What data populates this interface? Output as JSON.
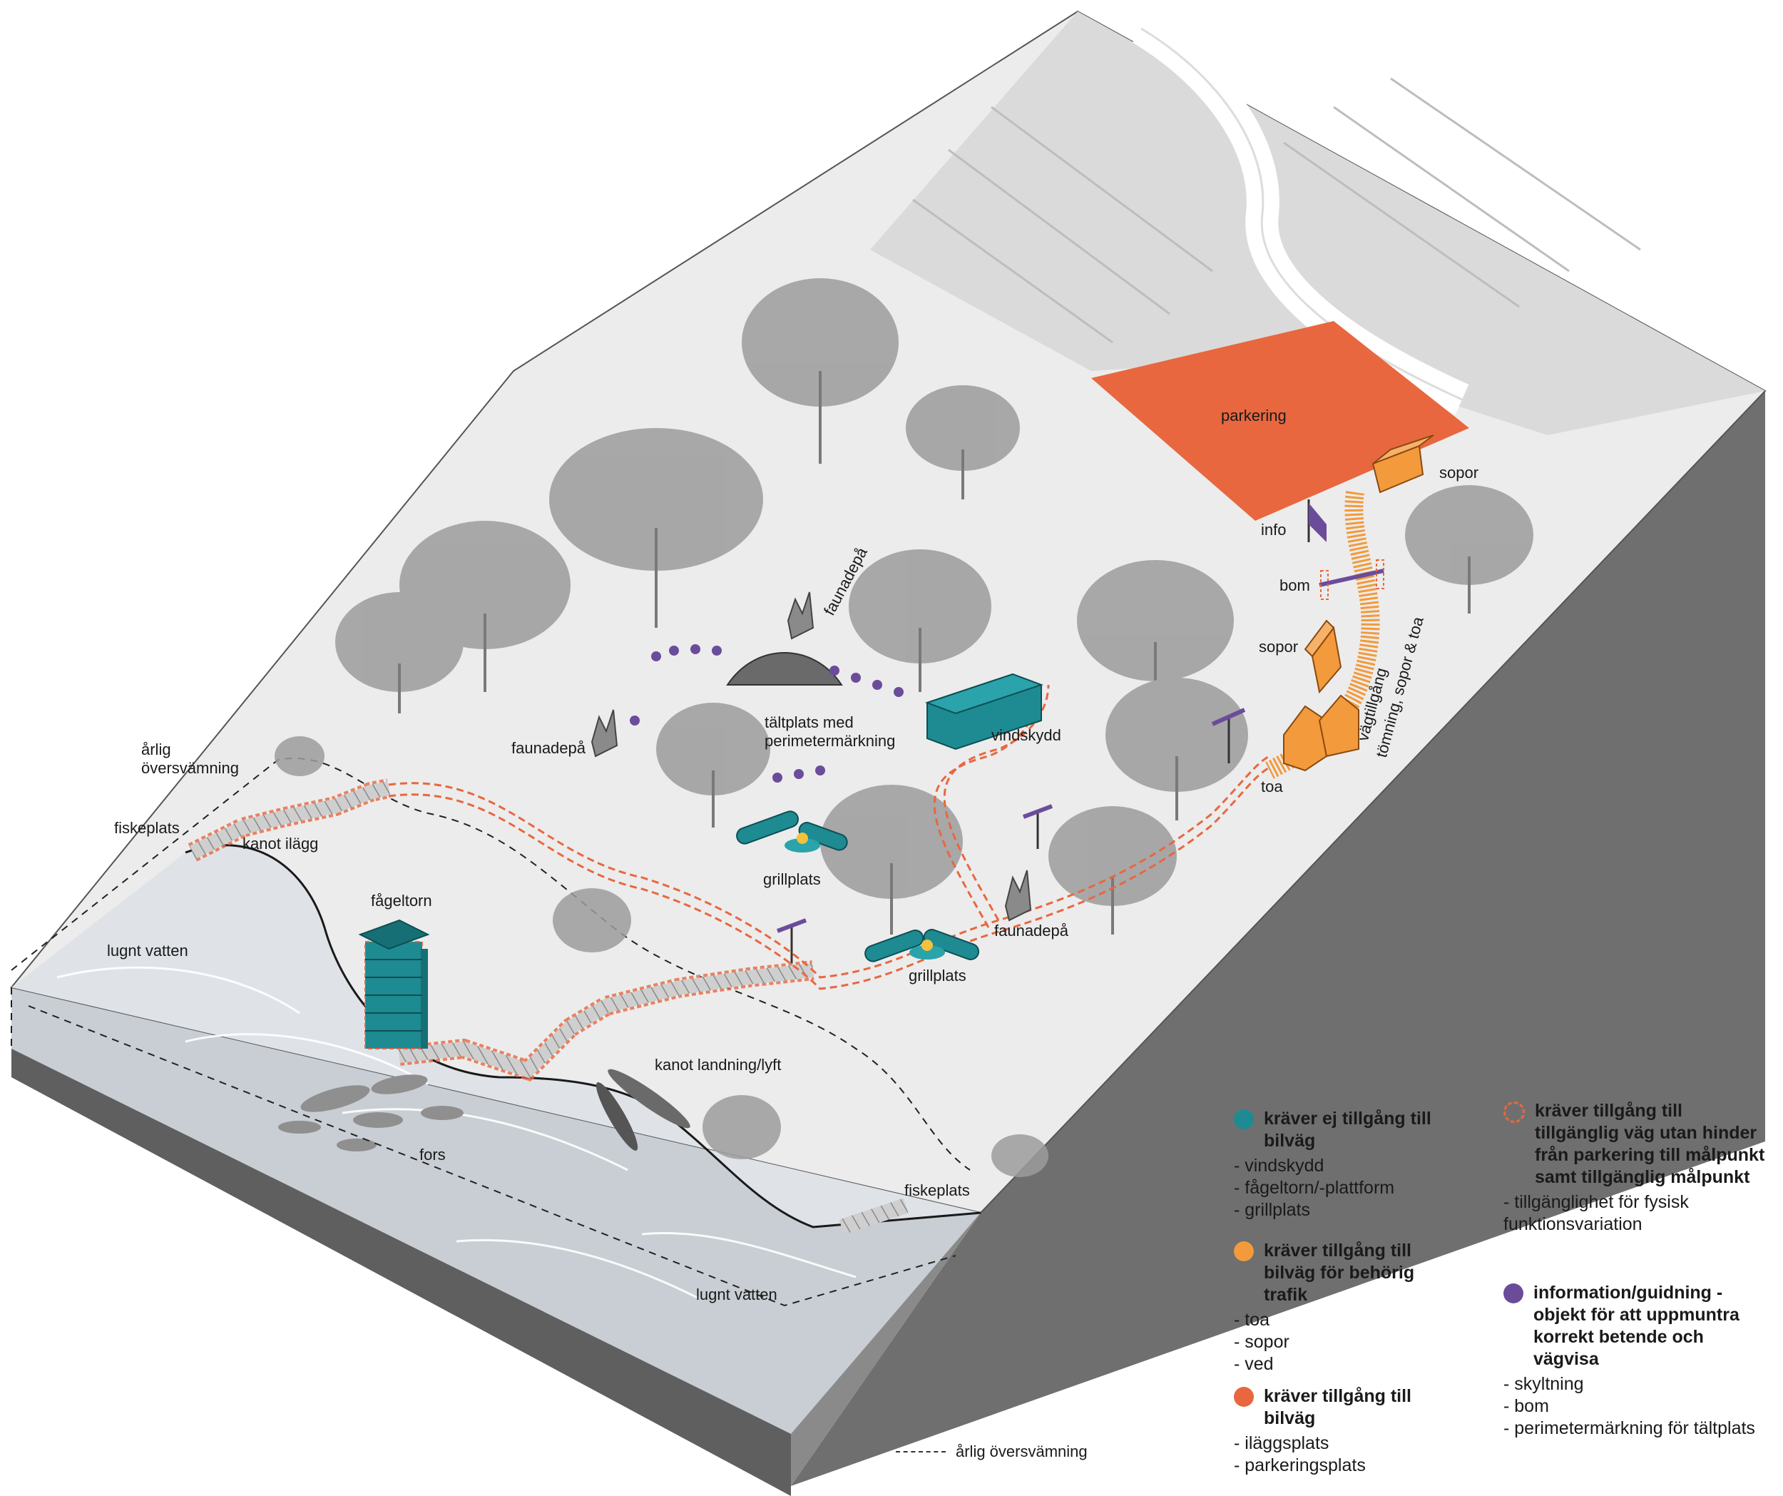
{
  "colors": {
    "teal": "#1e8a91",
    "orange": "#f29a3c",
    "red_orange": "#e8673f",
    "purple": "#6b4c9a",
    "ground": "#ececec",
    "field": "#d9d9d9",
    "water": "#dde1e6",
    "side": "#7a7a7a",
    "tree": "#9a9a9a"
  },
  "map": {
    "labels": {
      "parkering": "parkering",
      "sopor_top": "sopor",
      "info": "info",
      "bom": "bom",
      "sopor_mid": "sopor",
      "vagtillgang_1": "vägtillgång",
      "vagtillgang_2": "tömning, sopor & toa",
      "toa": "toa",
      "vindskydd": "vindskydd",
      "faunadepa_top": "faunadepå",
      "faunadepa_left": "faunadepå",
      "faunadepa_mid": "faunadepå",
      "taltplats_1": "tältplats med",
      "taltplats_2": "perimetermärkning",
      "grillplats_1": "grillplats",
      "grillplats_2": "grillplats",
      "arlig_1": "årlig",
      "arlig_2": "översvämning",
      "fiskeplats_top": "fiskeplats",
      "kanot_ilagg": "kanot ilägg",
      "fageltorn": "fågeltorn",
      "lugnt_vatten_top": "lugnt vatten",
      "kanot_landning": "kanot landning/lyft",
      "fors": "fors",
      "fiskeplats_bottom": "fiskeplats",
      "lugnt_vatten_bottom": "lugnt vatten"
    },
    "flood_key": "årlig översvämning"
  },
  "legend": {
    "teal": {
      "title": "kräver ej tillgång till bilväg",
      "items": [
        "vindskydd",
        "fågeltorn/-plattform",
        "grillplats"
      ]
    },
    "orange": {
      "title": "kräver tillgång till bilväg för behörig trafik",
      "items": [
        "toa",
        "sopor",
        "ved"
      ]
    },
    "red": {
      "title": "kräver tillgång till bilväg",
      "items": [
        "iläggsplats",
        "parkeringsplats"
      ]
    },
    "dashed": {
      "title": "kräver tillgång till tillgänglig väg utan hinder från parkering till målpunkt samt tillgänglig målpunkt",
      "items": [
        "tillgänglighet för fysisk funktionsvariation"
      ]
    },
    "purple": {
      "title": "information/guidning - objekt för att uppmuntra korrekt betende och vägvisa",
      "items": [
        "skyltning",
        "bom",
        "perimetermärkning för tältplats"
      ]
    }
  }
}
